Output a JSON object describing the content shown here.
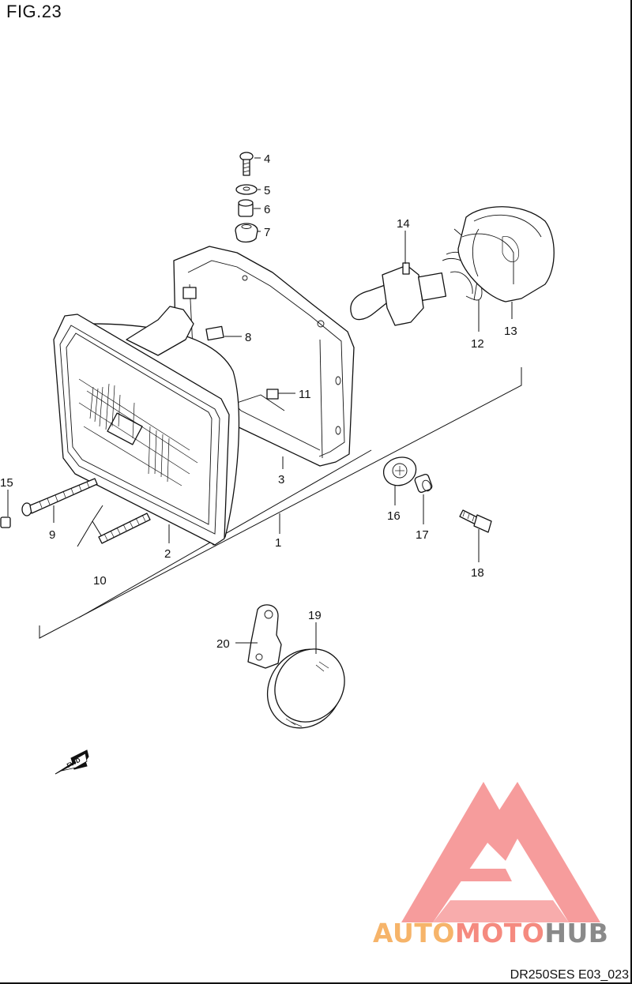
{
  "figure": {
    "title": "FIG.23",
    "code": "DR250SES E03_023"
  },
  "callouts": [
    "1",
    "2",
    "3",
    "4",
    "5",
    "6",
    "7",
    "8",
    "9",
    "10",
    "11",
    "12",
    "13",
    "14",
    "15",
    "16",
    "17",
    "18",
    "19",
    "20"
  ],
  "direction_marker": {
    "text": "FWD",
    "icon": "arrow-left-icon"
  },
  "watermark": {
    "parts": [
      "AUTO",
      "MOTO",
      "HUB"
    ],
    "colors": {
      "auto": "#f6b46a",
      "moto": "#f58a7f",
      "hub": "#8a8a8a",
      "emblem": "#f47c7c"
    },
    "icon": "triangle-emblem-icon"
  }
}
